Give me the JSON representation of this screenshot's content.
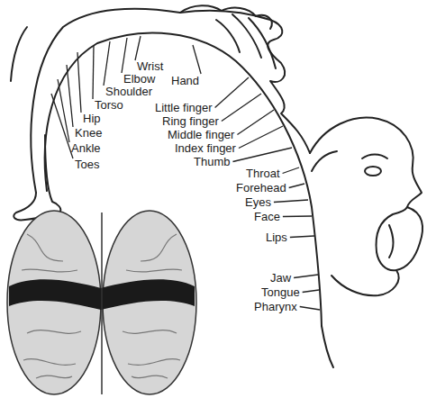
{
  "diagram": {
    "labels": [
      "Wrist",
      "Elbow",
      "Hand",
      "Shoulder",
      "Torso",
      "Hip",
      "Knee",
      "Ankle",
      "Toes",
      "Little finger",
      "Ring finger",
      "Middle finger",
      "Index finger",
      "Thumb",
      "Throat",
      "Forehead",
      "Eyes",
      "Face",
      "Lips",
      "Jaw",
      "Tongue",
      "Pharynx"
    ]
  }
}
